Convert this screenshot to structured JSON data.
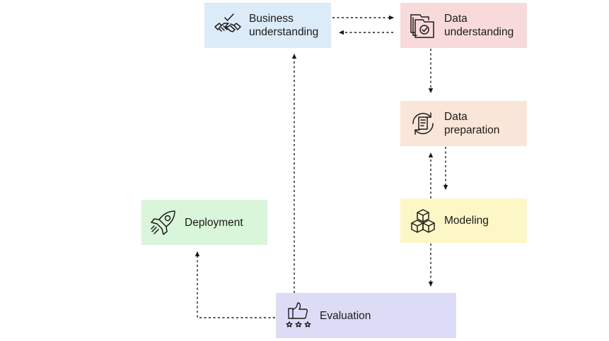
{
  "diagram": {
    "nodes": {
      "business": {
        "label": "Business\nunderstanding",
        "color": "#dcebf8",
        "icon": "handshake-check-icon"
      },
      "data_understanding": {
        "label": "Data\nunderstanding",
        "color": "#f9dada",
        "icon": "document-check-icon"
      },
      "data_preparation": {
        "label": "Data\npreparation",
        "color": "#f9e6d8",
        "icon": "document-cycle-icon"
      },
      "modeling": {
        "label": "Modeling",
        "color": "#fdf7c6",
        "icon": "cubes-icon"
      },
      "deployment": {
        "label": "Deployment",
        "color": "#d9f5da",
        "icon": "rocket-icon"
      },
      "evaluation": {
        "label": "Evaluation",
        "color": "#dcdcf7",
        "icon": "thumbs-up-stars-icon"
      }
    },
    "edges": [
      {
        "from": "business",
        "to": "data_understanding"
      },
      {
        "from": "data_understanding",
        "to": "business"
      },
      {
        "from": "data_understanding",
        "to": "data_preparation"
      },
      {
        "from": "data_preparation",
        "to": "modeling"
      },
      {
        "from": "modeling",
        "to": "data_preparation"
      },
      {
        "from": "modeling",
        "to": "evaluation"
      },
      {
        "from": "evaluation",
        "to": "business"
      },
      {
        "from": "evaluation",
        "to": "deployment"
      }
    ],
    "line_style": "dashed"
  }
}
